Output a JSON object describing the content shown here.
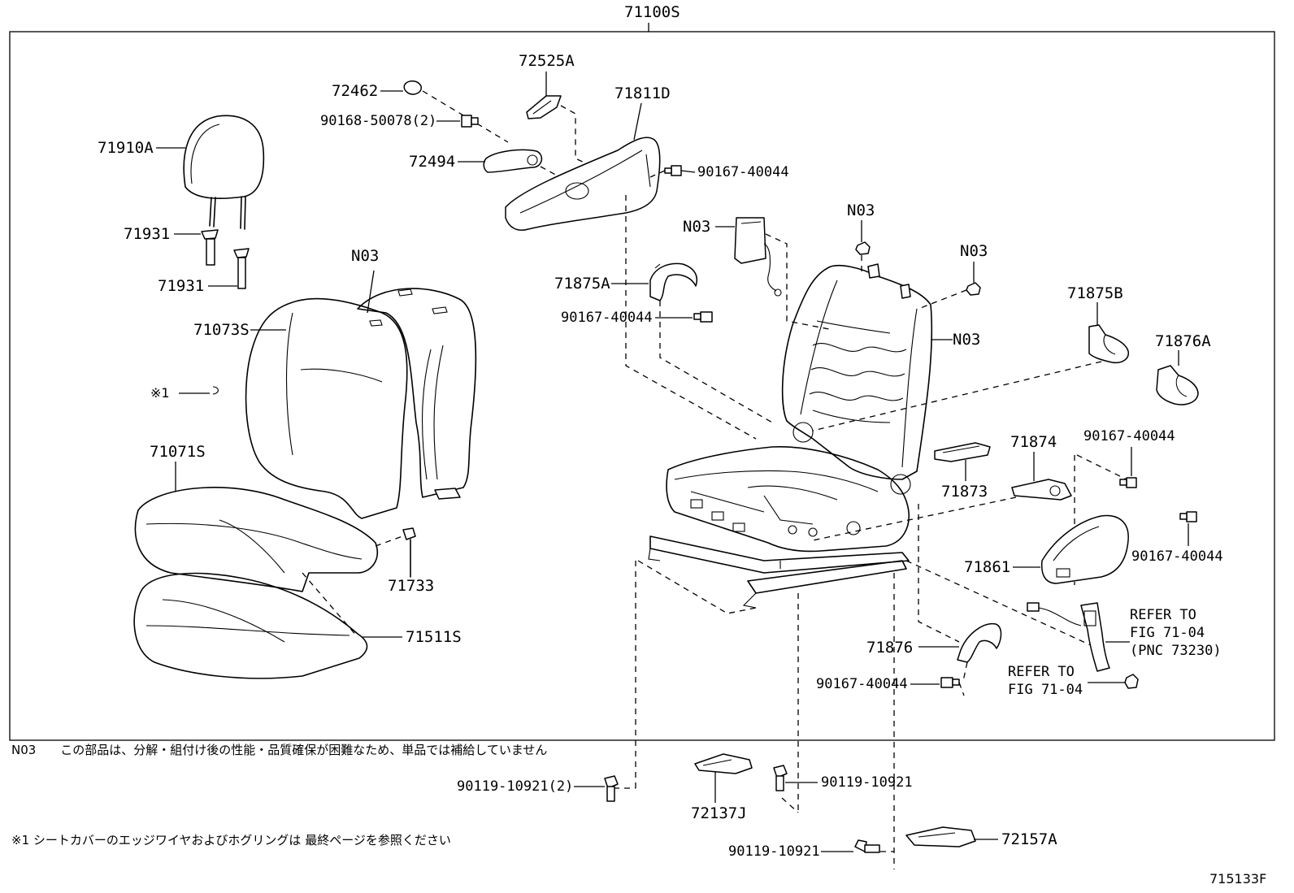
{
  "diagram": {
    "assembly_number": "71100S",
    "figure_code": "715133F",
    "parts": {
      "headrest": "71910A",
      "headrest_support_1": "71931",
      "headrest_support_2": "71931",
      "back_pad": "N03",
      "back_cover": "71073S",
      "edge_wire_note": "※1",
      "cushion_cover": "71071S",
      "cushion_pad": "71511S",
      "clip_71733": "71733",
      "cap_72462": "72462",
      "bolt_90168": "90168-50078(2)",
      "knob_72525a": "72525A",
      "lever_72494": "72494",
      "shield_71811d": "71811D",
      "screw_top": "90167-40044",
      "n03_module": "N03",
      "n03_top": "N03",
      "n03_right": "N03",
      "n03_frame": "N03",
      "cover_71875a": "71875A",
      "screw_71875a": "90167-40044",
      "cover_71875b": "71875B",
      "cover_71876a": "71876A",
      "screw_right_1": "90167-40044",
      "cover_71874": "71874",
      "cover_71873": "71873",
      "shield_71861": "71861",
      "screw_right_2": "90167-40044",
      "cover_71876": "71876",
      "screw_bottom": "90167-40044",
      "cover_72137j": "72137J",
      "bolt_90119_a": "90119-10921(2)",
      "bolt_90119_b": "90119-10921",
      "bolt_90119_c": "90119-10921",
      "cover_72157a": "72157A"
    },
    "references": {
      "belt_ref": "REFER TO\nFIG 71-04\n(PNC 73230)",
      "belt_bolt_ref": "REFER TO\nFIG 71-04"
    },
    "notes": {
      "n03": "N03　　この部品は、分解・組付け後の性能・品質確保が困難なため、単品では補給していません",
      "edge_wire": "※1 シートカバーのエッジワイヤおよびホグリングは 最終ページを参照ください"
    }
  }
}
